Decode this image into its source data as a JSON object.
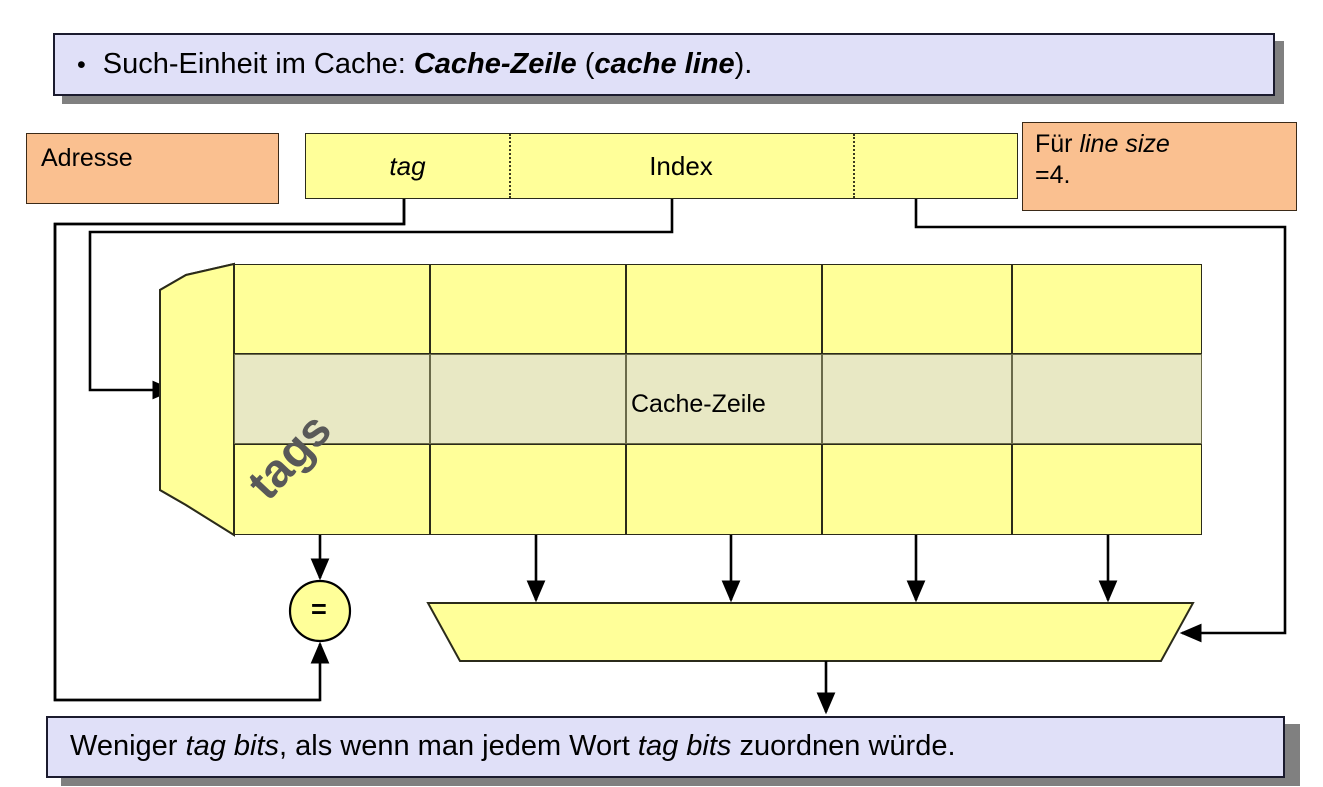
{
  "slide": {
    "title_bullet": {
      "bullet": "•",
      "prefix": "Such-Einheit im Cache: ",
      "emphasis_de": "Cache-Zeile",
      "paren_open": " (",
      "emphasis_en": "cache line",
      "paren_close": ")."
    },
    "footer_note": {
      "part1": "Weniger ",
      "em1": "tag bits",
      "part2": ", als wenn man jedem Wort ",
      "em2": "tag bits",
      "part3": " zuordnen würde."
    }
  },
  "address": {
    "box_label": "Adresse",
    "fields": [
      {
        "name": "tag",
        "label": "tag",
        "italic": true
      },
      {
        "name": "index",
        "label": "Index",
        "italic": false
      },
      {
        "name": "offset",
        "label": "",
        "italic": false
      }
    ]
  },
  "note": {
    "line1_prefix": "Für ",
    "line1_em": "line size",
    "line2": "=4."
  },
  "cache": {
    "tag_array_label": "tags",
    "line_label": "Cache-Zeile",
    "rows": 3,
    "columns": 5,
    "highlighted_row_index": 1
  },
  "comparator": {
    "symbol": "=",
    "name": "tag-comparator"
  },
  "colors": {
    "callout_fill": "#e0e0f8",
    "callout_border": "#1b1b2e",
    "shadow": "#808080",
    "orange_fill": "#fac090",
    "yellow_fill": "#ffff99",
    "highlight_fill": "#e8e8c4",
    "outline": "#2b2b1a",
    "tags_text": "#595959"
  }
}
